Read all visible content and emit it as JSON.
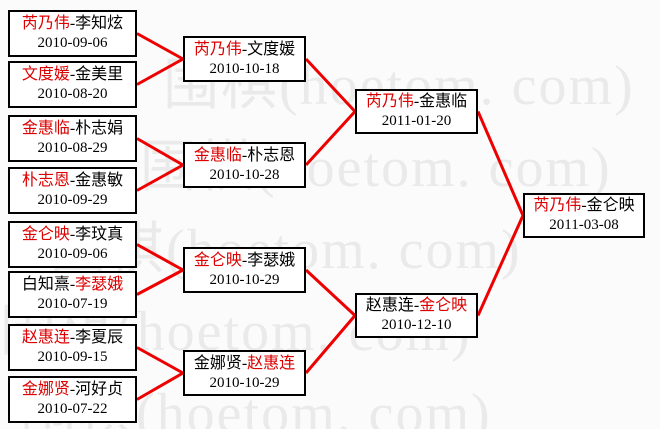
{
  "separator": "-",
  "watermark": {
    "text": "围棋(hoetom. com)"
  },
  "colors": {
    "line_red": "#ee0000",
    "winner_red": "#dd0000",
    "box_border": "#000000",
    "background": "#fbfbfb",
    "watermark_gray": "#eaeaea"
  },
  "rounds": {
    "round1": [
      {
        "p1": "芮乃伟",
        "p2": "李知炫",
        "date": "2010-09-06",
        "winner": "p1"
      },
      {
        "p1": "文度媛",
        "p2": "金美里",
        "date": "2010-08-20",
        "winner": "p1"
      },
      {
        "p1": "金惠临",
        "p2": "朴志娟",
        "date": "2010-08-29",
        "winner": "p1"
      },
      {
        "p1": "朴志恩",
        "p2": "金惠敏",
        "date": "2010-09-29",
        "winner": "p1"
      },
      {
        "p1": "金仑映",
        "p2": "李玟真",
        "date": "2010-09-06",
        "winner": "p1"
      },
      {
        "p1": "白知熹",
        "p2": "李瑟娥",
        "date": "2010-07-19",
        "winner": "p2"
      },
      {
        "p1": "赵惠连",
        "p2": "李夏辰",
        "date": "2010-09-15",
        "winner": "p1"
      },
      {
        "p1": "金娜贤",
        "p2": "河好贞",
        "date": "2010-07-22",
        "winner": "p1"
      }
    ],
    "round2": [
      {
        "p1": "芮乃伟",
        "p2": "文度媛",
        "date": "2010-10-18",
        "winner": "p1"
      },
      {
        "p1": "金惠临",
        "p2": "朴志恩",
        "date": "2010-10-28",
        "winner": "p1"
      },
      {
        "p1": "金仑映",
        "p2": "李瑟娥",
        "date": "2010-10-29",
        "winner": "p1"
      },
      {
        "p1": "金娜贤",
        "p2": "赵惠连",
        "date": "2010-10-29",
        "winner": "p2"
      }
    ],
    "semifinals": [
      {
        "p1": "芮乃伟",
        "p2": "金惠临",
        "date": "2011-01-20",
        "winner": "p1"
      },
      {
        "p1": "赵惠连",
        "p2": "金仑映",
        "date": "2010-12-10",
        "winner": "p2"
      }
    ],
    "final": [
      {
        "p1": "芮乃伟",
        "p2": "金仑映",
        "date": "2011-03-08",
        "winner": "p1"
      }
    ]
  }
}
